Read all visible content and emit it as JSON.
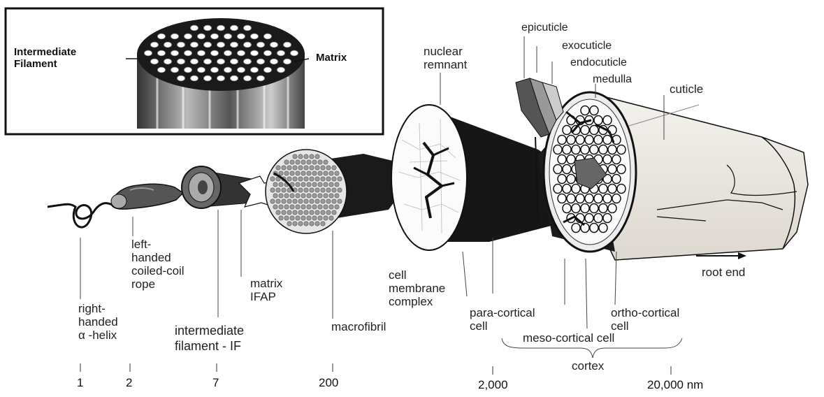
{
  "inset": {
    "intermediate_filament_label": "Intermediate\nFilament",
    "matrix_label": "Matrix"
  },
  "labels": {
    "epicuticle": "epicuticle",
    "exocuticle": "exocuticle",
    "endocuticle": "endocuticle",
    "medulla": "medulla",
    "cuticle": "cuticle",
    "nuclear_remnant": "nuclear\nremnant",
    "root_end": "root end",
    "right_handed_helix": "right-\nhanded\nα -helix",
    "left_handed_rope": "left-\nhanded\ncoiled-coil\nrope",
    "intermediate_filament": "intermediate\nfilament - IF",
    "matrix_ifap": "matrix\nIFAP",
    "macrofibril": "macrofibril",
    "cell_membrane_complex": "cell\nmembrane\ncomplex",
    "para_cortical_cell": "para-cortical\ncell",
    "ortho_cortical_cell": "ortho-cortical\ncell",
    "meso_cortical_cell": "meso-cortical cell",
    "cortex": "cortex"
  },
  "scale": [
    "1",
    "2",
    "7",
    "200",
    "2,000",
    "20,000 nm"
  ]
}
